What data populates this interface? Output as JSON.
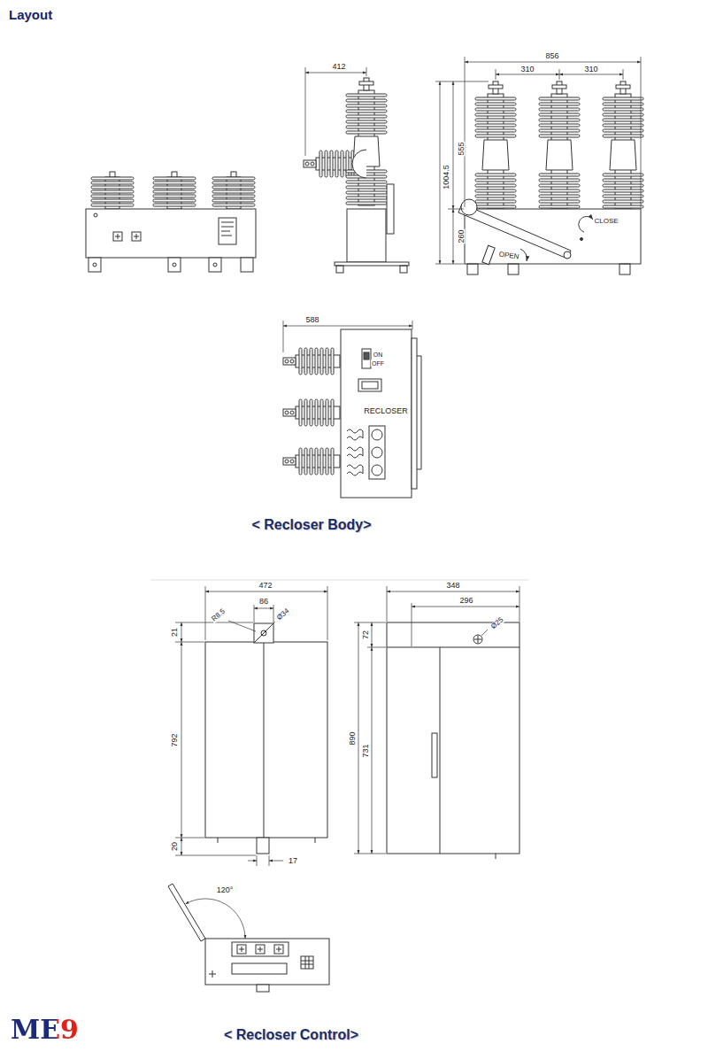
{
  "diagram": {
    "title": "Layout",
    "labels": [
      "412",
      "856",
      "310",
      "310",
      "555",
      "1004.5",
      "260",
      "CLOSE",
      "OPEN",
      "588",
      "ON",
      "OFF",
      "RECLOSER",
      "< Recloser Body>",
      "472",
      "86",
      "R8.5",
      "Ø34",
      "348",
      "296",
      "Ø25",
      "21",
      "792",
      "20",
      "17",
      "72",
      "890",
      "731",
      "120°",
      "< Recloser Control>",
      "ME9"
    ]
  }
}
